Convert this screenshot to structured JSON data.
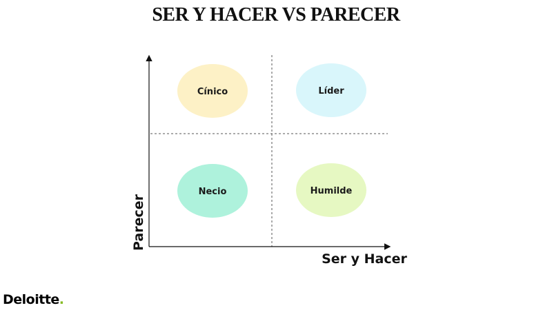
{
  "title": "SER Y HACER VS PARECER",
  "axes": {
    "x_label": "Ser y Hacer",
    "y_label": "Parecer"
  },
  "quadrants": [
    {
      "id": "top-left",
      "label": "Cínico",
      "color": "#fdf1c6"
    },
    {
      "id": "top-right",
      "label": "Líder",
      "color": "#d9f6fb"
    },
    {
      "id": "bottom-left",
      "label": "Necio",
      "color": "#aef2dc"
    },
    {
      "id": "bottom-right",
      "label": "Humilde",
      "color": "#e6f8c2"
    }
  ],
  "brand": {
    "name": "Deloitte",
    "dot": ".",
    "accent_color": "#86bc25"
  }
}
